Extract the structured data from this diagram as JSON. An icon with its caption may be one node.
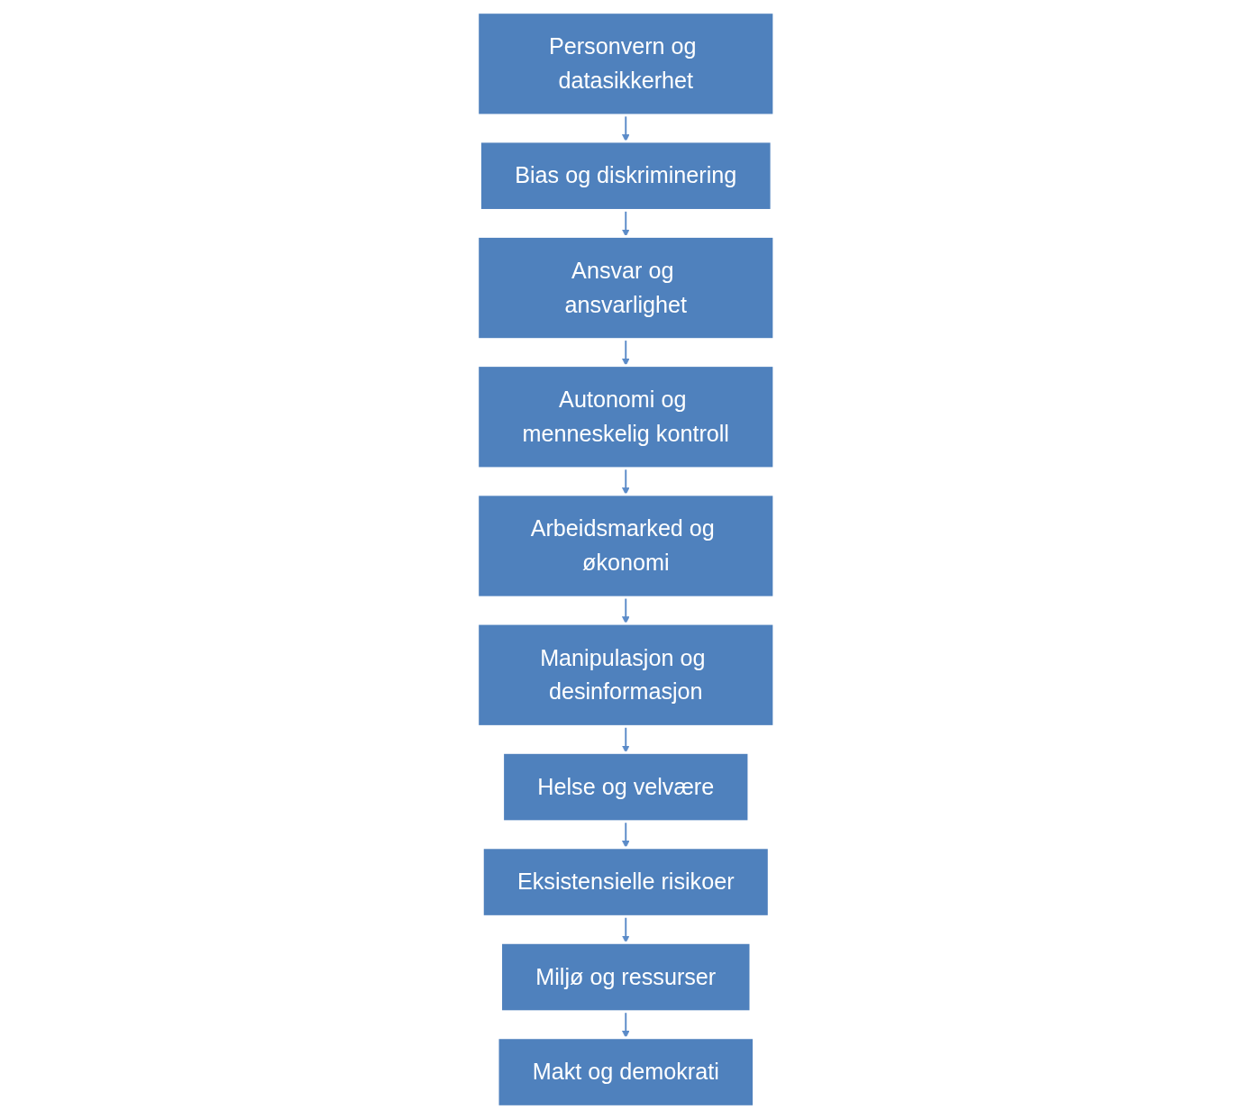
{
  "diagram": {
    "nodes": [
      {
        "text": [
          "Personvern og datasikkerhet"
        ]
      },
      {
        "text": [
          "Bias og diskriminering"
        ]
      },
      {
        "text": [
          "Ansvar og ansvarlighet"
        ]
      },
      {
        "text": [
          "Autonomi og menneskelig kontroll"
        ]
      },
      {
        "text": [
          "Arbeidsmarked og økonomi"
        ]
      },
      {
        "text": [
          "Manipulasjon og desinformasjon"
        ]
      },
      {
        "text": [
          "Helse og velvære"
        ]
      },
      {
        "text": [
          "Eksistensielle risikoer"
        ]
      },
      {
        "text": [
          "Miljø og ressurser"
        ]
      },
      {
        "text": [
          "Makt og demokrati"
        ]
      }
    ],
    "edges": [
      {
        "from": 0,
        "to": 1,
        "arrow": "to"
      },
      {
        "from": 1,
        "to": 2,
        "arrow": "to"
      },
      {
        "from": 2,
        "to": 3,
        "arrow": "to"
      },
      {
        "from": 3,
        "to": 4,
        "arrow": "to"
      },
      {
        "from": 4,
        "to": 5,
        "arrow": "to"
      },
      {
        "from": 5,
        "to": 6,
        "arrow": "to"
      },
      {
        "from": 6,
        "to": 7,
        "arrow": "to"
      },
      {
        "from": 7,
        "to": 8,
        "arrow": "to"
      },
      {
        "from": 8,
        "to": 9,
        "arrow": "to"
      }
    ]
  }
}
